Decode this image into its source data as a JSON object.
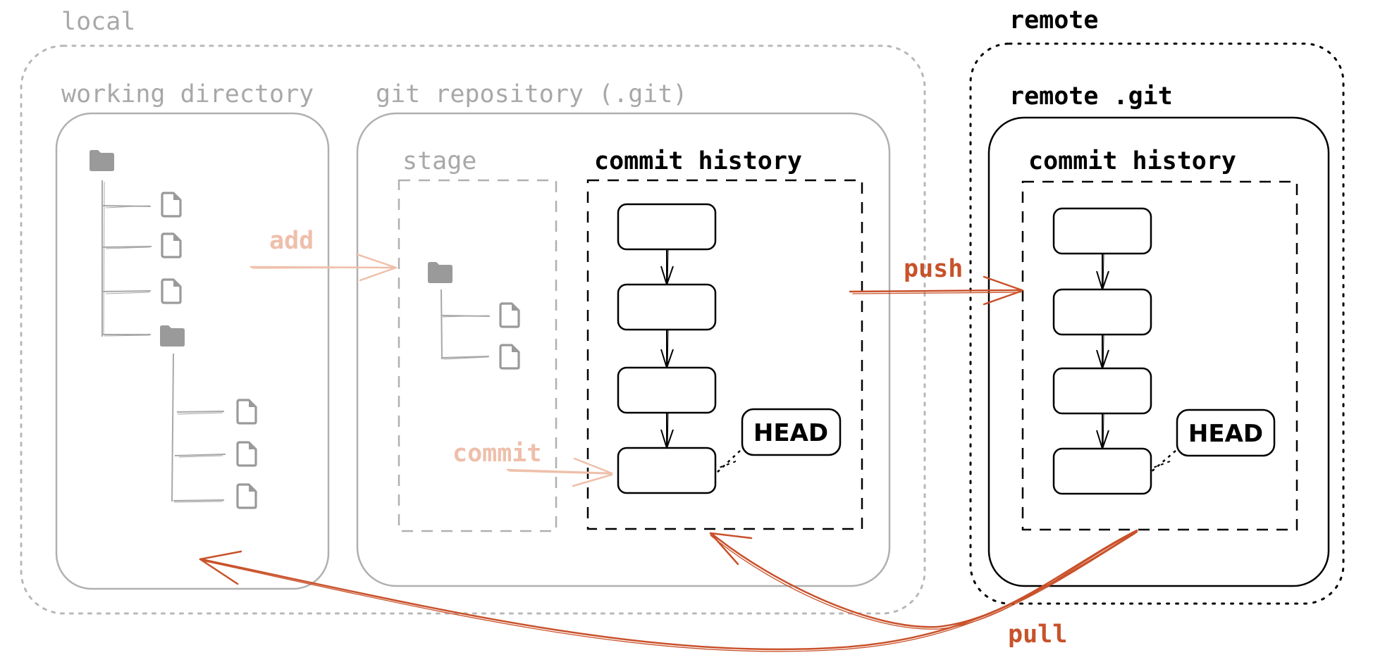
{
  "colors": {
    "local_stroke": "#b0b0b0",
    "remote_stroke": "#000000",
    "icon_fill": "#9a9a9a",
    "local_arrow": "#efbfa9",
    "remote_arrow": "#c9512a"
  },
  "local": {
    "title": "local",
    "working_directory": {
      "title": "working directory",
      "tree": {
        "root_icon": "folder-icon",
        "children": [
          "file-icon",
          "file-icon",
          "file-icon",
          "folder-icon"
        ],
        "subfolder_children": [
          "file-icon",
          "file-icon",
          "file-icon"
        ]
      }
    },
    "git_repository": {
      "title": "git repository (.git)",
      "stage": {
        "title": "stage",
        "tree": {
          "root_icon": "folder-icon",
          "children": [
            "file-icon",
            "file-icon"
          ]
        }
      },
      "commit_history": {
        "title": "commit history",
        "commit_count": 4,
        "head_label": "HEAD"
      }
    }
  },
  "remote": {
    "title": "remote",
    "remote_git": {
      "title": "remote .git",
      "commit_history": {
        "title": "commit history",
        "commit_count": 4,
        "head_label": "HEAD"
      }
    }
  },
  "arrows": {
    "add": "add",
    "commit": "commit",
    "push": "push",
    "pull": "pull"
  }
}
